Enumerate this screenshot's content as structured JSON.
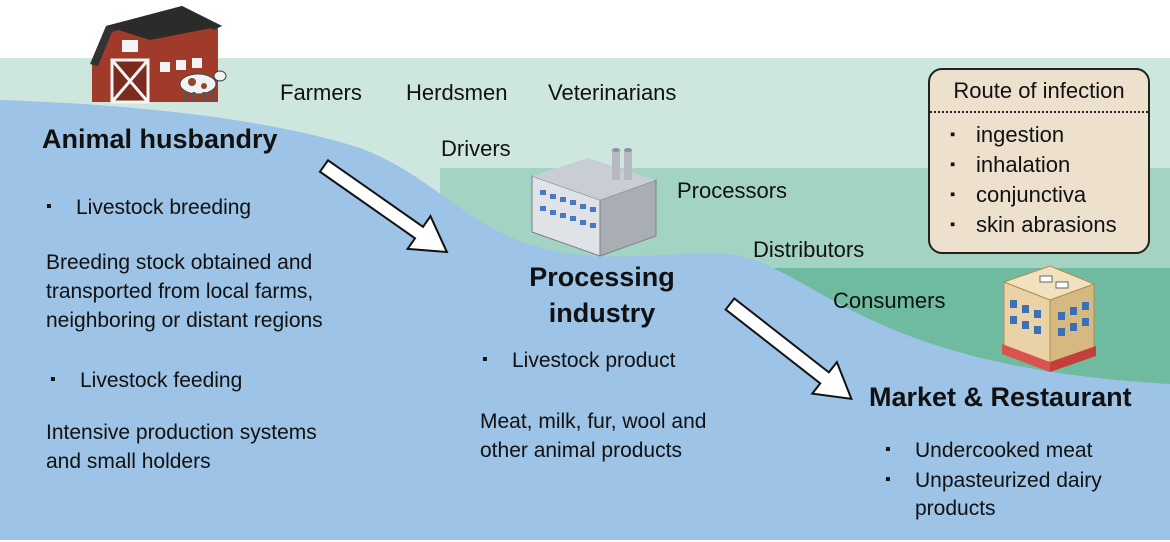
{
  "roles": {
    "farmers": "Farmers",
    "herdsmen": "Herdsmen",
    "veterinarians": "Veterinarians",
    "drivers": "Drivers",
    "processors": "Processors",
    "distributors": "Distributors",
    "consumers": "Consumers"
  },
  "stages": {
    "husbandry": {
      "title": "Animal husbandry",
      "bullet1": "Livestock breeding",
      "desc1": [
        "Breeding stock obtained and",
        "transported from local farms,",
        "neighboring or distant regions"
      ],
      "bullet2": "Livestock feeding",
      "desc2": [
        "Intensive production systems",
        "and small holders"
      ]
    },
    "processing": {
      "title": [
        "Processing",
        "industry"
      ],
      "bullet1": "Livestock product",
      "desc1": [
        "Meat, milk, fur, wool and",
        "other animal products"
      ]
    },
    "market": {
      "title": "Market & Restaurant",
      "bullet1": "Undercooked meat",
      "bullet2": [
        "Unpasteurized dairy",
        "products"
      ]
    }
  },
  "route": {
    "title": "Route of infection",
    "items": [
      "ingestion",
      "inhalation",
      "conjunctiva",
      "skin abrasions"
    ]
  },
  "colors": {
    "band_light": "#cde7df",
    "band_mid": "#a3d4c3",
    "band_dark": "#6fbba0",
    "water_blue": "#9dc3e6",
    "route_box": "#ede0cc"
  }
}
